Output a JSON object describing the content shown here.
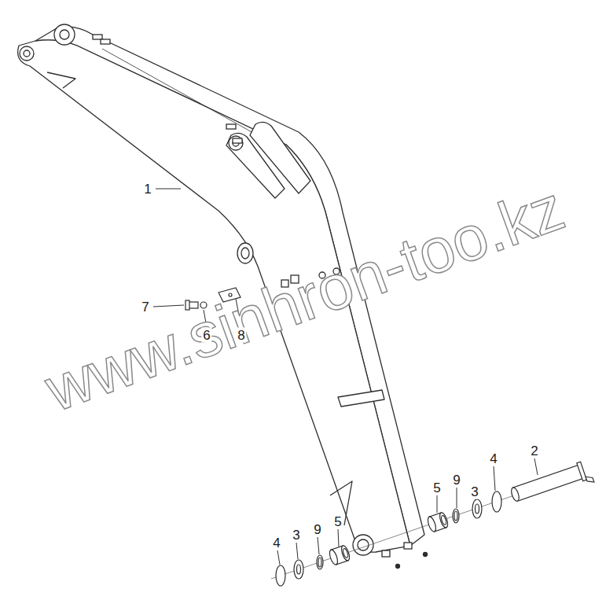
{
  "diagram": {
    "labels": [
      "1",
      "7",
      "6",
      "8",
      "2",
      "5",
      "9",
      "3",
      "4",
      "4",
      "3",
      "9",
      "5",
      "www.sinhron-too.kz"
    ]
  }
}
